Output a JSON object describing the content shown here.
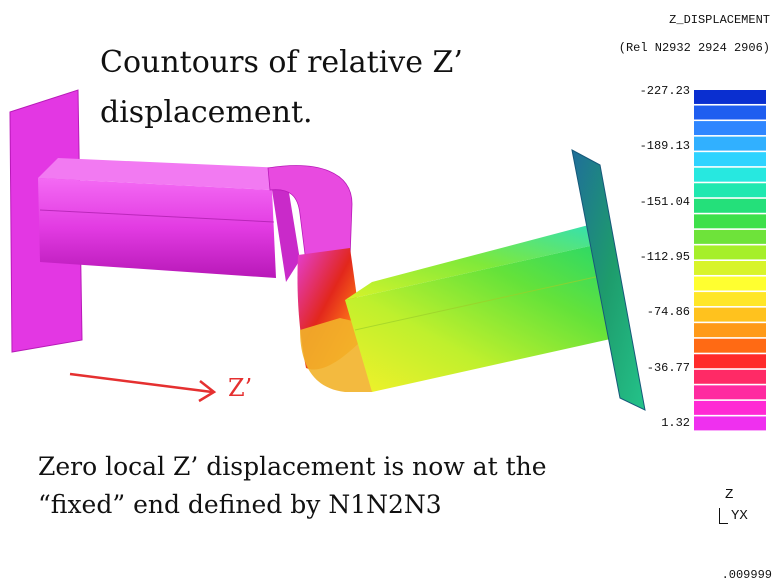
{
  "title": "Countours of relative Z’ displacement.",
  "caption_line1": "Zero local Z’ displacement is now at the",
  "caption_line2": "“fixed” end defined by N1N2N3",
  "axis_arrow_label": "Z’",
  "legend": {
    "title": "Z_DISPLACEMENT",
    "subtitle": "(Rel N2932 2924 2906)",
    "tick_labels": [
      "-227.23",
      "-189.13",
      "-151.04",
      "-112.95",
      "-74.86",
      "-36.77",
      "1.32"
    ],
    "colors": [
      "#0a2fd0",
      "#1f5ef0",
      "#2f86ff",
      "#31b0ff",
      "#2fd3ff",
      "#27e8e0",
      "#1fe8b0",
      "#24e07a",
      "#3de04a",
      "#6ee33a",
      "#a6ef2a",
      "#d8f42a",
      "#ffff30",
      "#ffe628",
      "#ffc21e",
      "#ff9a18",
      "#ff6a14",
      "#ff2a2a",
      "#ff2a66",
      "#ff2aa0",
      "#ff2ad4",
      "#ef30ef"
    ]
  },
  "triad": {
    "z": "Z",
    "yx": "YX"
  },
  "footer": ".009999"
}
